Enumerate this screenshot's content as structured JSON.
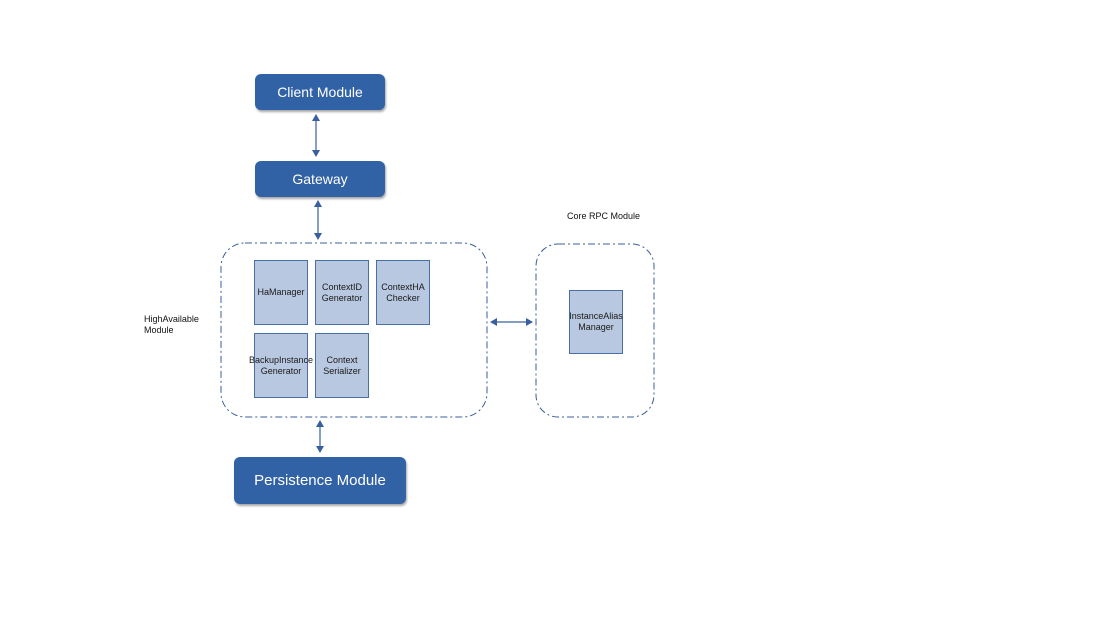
{
  "diagram": {
    "modules": {
      "client": "Client Module",
      "gateway": "Gateway",
      "persistence": "Persistence Module"
    },
    "groups": {
      "high_available": "HighAvailable\nModule",
      "core_rpc": "Core RPC Module"
    },
    "components": {
      "ha_manager": "HaManager",
      "context_id_generator": "ContextID\nGenerator",
      "context_ha_checker": "ContextHA\nChecker",
      "backup_instance_generator": "BackupInstance\nGenerator",
      "context_serializer": "Context\nSerializer",
      "instance_alias_manager": "InstanceAlias\nManager"
    },
    "colors": {
      "module_fill": "#3262a6",
      "component_fill": "#b8c8e0",
      "connector": "#3a5f9e",
      "group_border": "#3a5f9e"
    }
  }
}
